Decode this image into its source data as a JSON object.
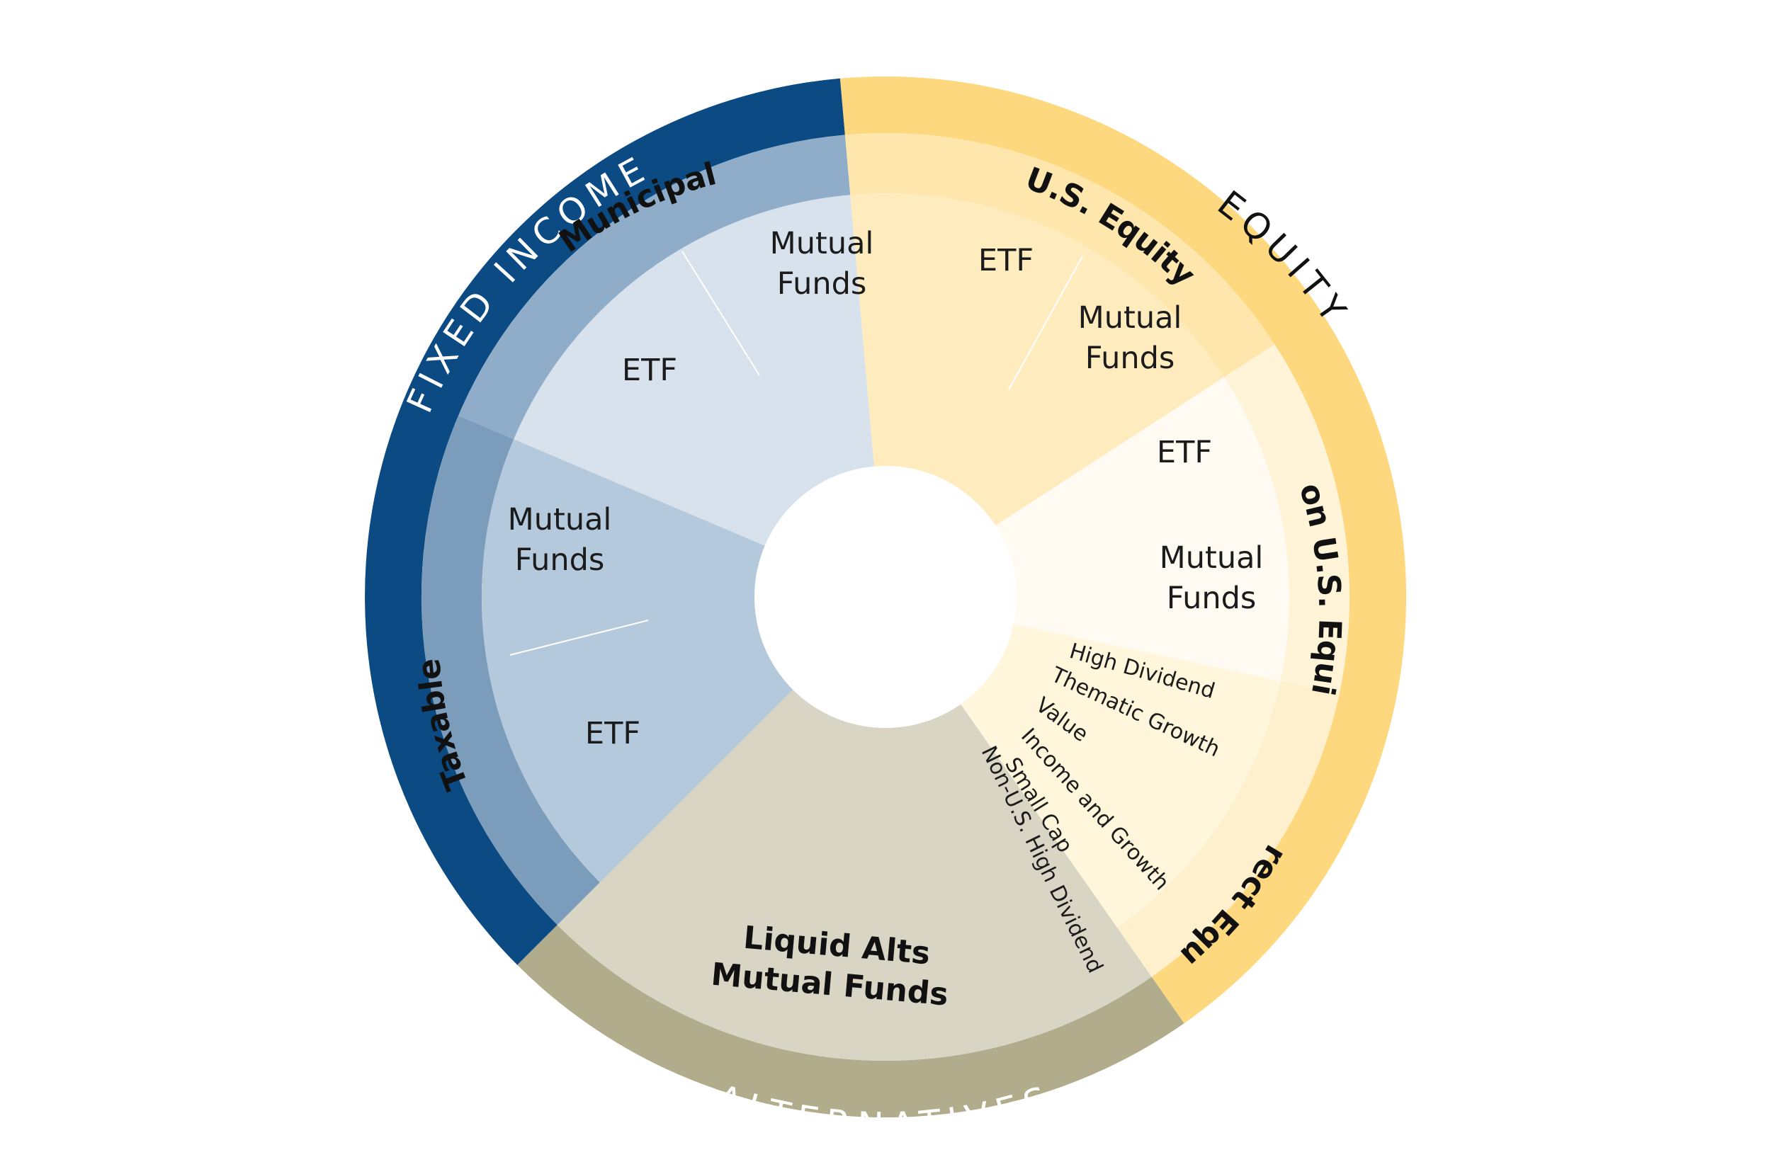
{
  "categories": {
    "fixed_income": "FIXED INCOME",
    "equity": "EQUITY",
    "alternatives": "ALTERNATIVES"
  },
  "subcategories": {
    "municipal": "Municipal",
    "taxable": "Taxable",
    "us_equity": "U.S. Equity",
    "non_us_equity": "Non U.S. Equity",
    "direct_equity": "Direct Equity"
  },
  "products": {
    "municipal": {
      "mutual_funds_line1": "Mutual",
      "mutual_funds_line2": "Funds",
      "etf": "ETF"
    },
    "taxable": {
      "mutual_funds_line1": "Mutual",
      "mutual_funds_line2": "Funds",
      "etf": "ETF"
    },
    "us_equity": {
      "etf": "ETF",
      "mutual_funds_line1": "Mutual",
      "mutual_funds_line2": "Funds"
    },
    "non_us_equity": {
      "etf": "ETF",
      "mutual_funds_line1": "Mutual",
      "mutual_funds_line2": "Funds"
    },
    "alternatives": {
      "line1": "Liquid Alts",
      "line2": "Mutual Funds"
    }
  },
  "direct_equity_strategies": [
    "High Dividend",
    "Thematic Growth",
    "Value",
    "Income and Growth",
    "Small Cap",
    "Non-U.S. High Dividend"
  ],
  "colors": {
    "fixed_income_outer": "#0b4a82",
    "fixed_income_mid_municipal": "#8fadc8",
    "fixed_income_mid_taxable": "#7b9cba",
    "municipal_inner": "#d8e2ec",
    "taxable_inner": "#b4c9dc",
    "equity_outer": "#fed87f",
    "us_equity_mid": "#fee6ad",
    "us_equity_inner": "#feebbe",
    "non_us_mid": "#fff3d8",
    "non_us_inner": "#fffbf3",
    "direct_mid": "#fff0cd",
    "direct_inner": "#fff6dc",
    "alternatives_outer": "#b1ac8c",
    "alternatives_inner": "#d8d5c5",
    "center": "#ffffff"
  }
}
